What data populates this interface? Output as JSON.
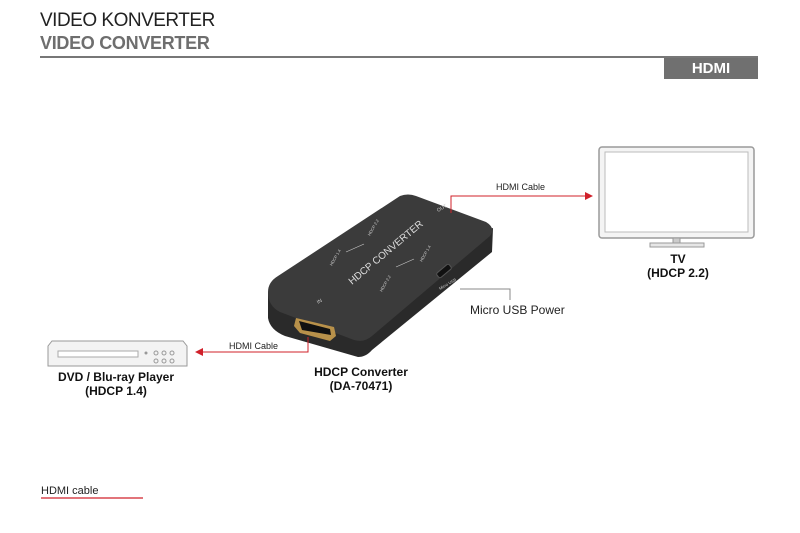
{
  "header": {
    "title_de": "VIDEO KONVERTER",
    "title_en": "VIDEO CONVERTER",
    "category_badge": "HDMI"
  },
  "diagram": {
    "tv": {
      "name": "TV",
      "spec": "(HDCP 2.2)"
    },
    "source": {
      "name": "DVD / Blu-ray Player",
      "spec": "(HDCP 1.4)"
    },
    "converter": {
      "name": "HDCP Converter",
      "model": "(DA-70471)",
      "device_text": {
        "brand": "HDCP CONVERTER",
        "in_port": "IN",
        "out_port": "OUT",
        "hdcp_a": "HDCP 1.4",
        "hdcp_b": "HDCP 2.2",
        "usb": "Micro USB"
      }
    },
    "cable_out_label": "HDMI Cable",
    "cable_in_label": "HDMI Cable",
    "power_label": "Micro USB Power"
  },
  "legend": {
    "hdmi_cable": "HDMI cable",
    "hdmi_color": "#d0202a"
  }
}
